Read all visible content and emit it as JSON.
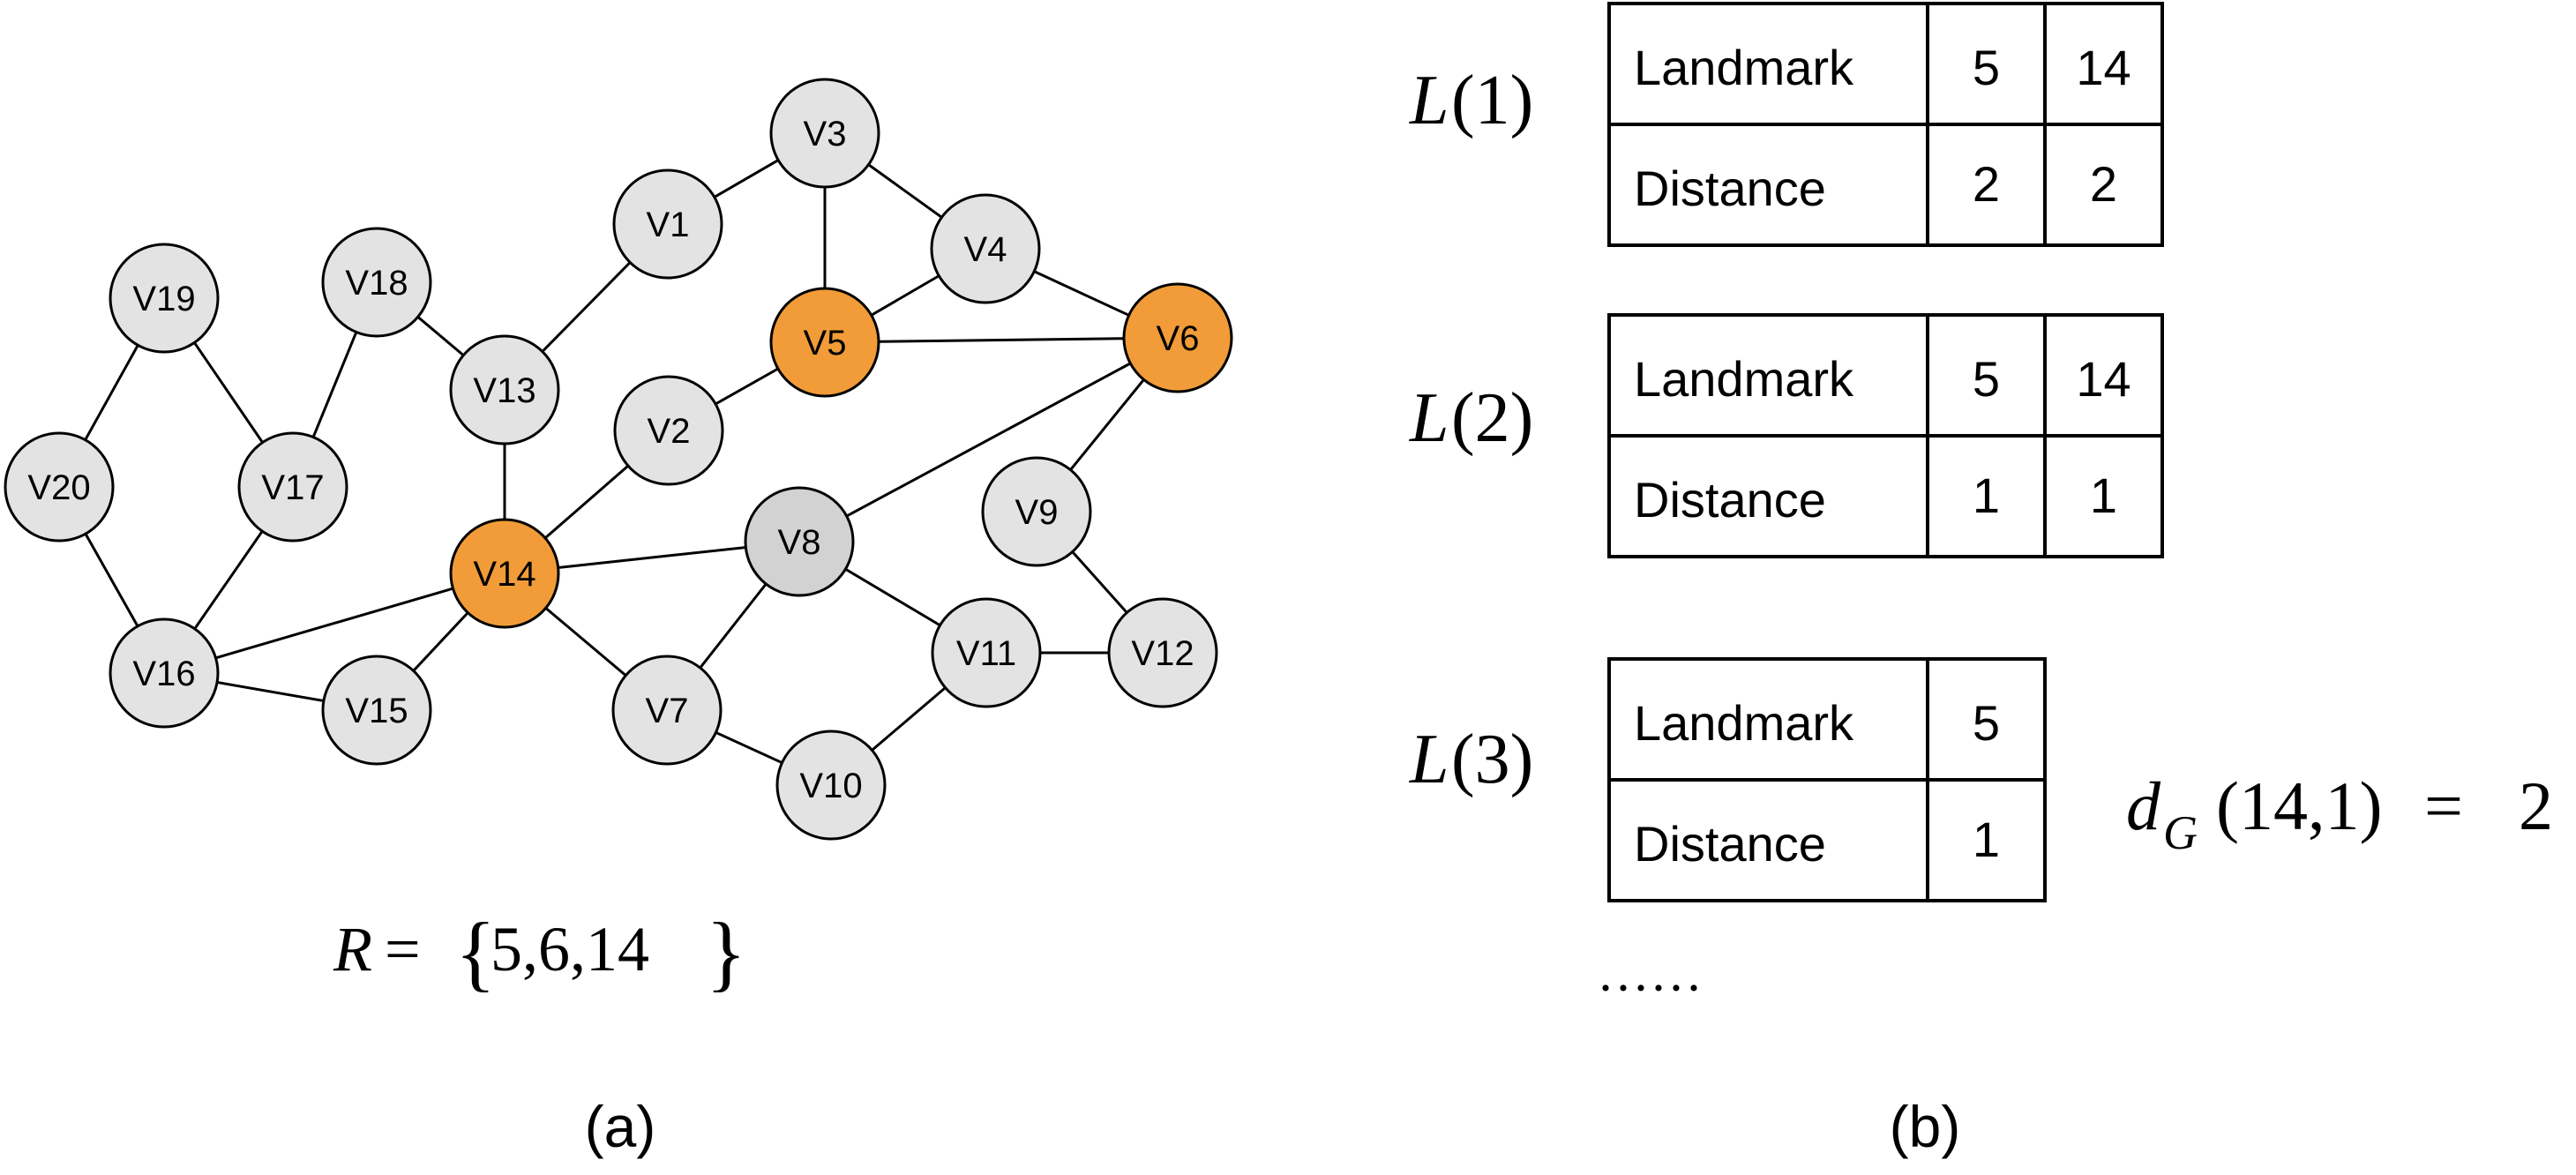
{
  "colors": {
    "node_default": "#e3e3e3",
    "node_v8": "#d2d2d2",
    "node_landmark": "#f19c38",
    "highlight_text": "#d93b2b"
  },
  "graph": {
    "nodes": [
      {
        "id": "V1",
        "label": "V1",
        "landmark": false
      },
      {
        "id": "V2",
        "label": "V2",
        "landmark": false
      },
      {
        "id": "V3",
        "label": "V3",
        "landmark": false
      },
      {
        "id": "V4",
        "label": "V4",
        "landmark": false
      },
      {
        "id": "V5",
        "label": "V5",
        "landmark": true
      },
      {
        "id": "V6",
        "label": "V6",
        "landmark": true
      },
      {
        "id": "V7",
        "label": "V7",
        "landmark": false
      },
      {
        "id": "V8",
        "label": "V8",
        "landmark": false
      },
      {
        "id": "V9",
        "label": "V9",
        "landmark": false
      },
      {
        "id": "V10",
        "label": "V10",
        "landmark": false
      },
      {
        "id": "V11",
        "label": "V11",
        "landmark": false
      },
      {
        "id": "V12",
        "label": "V12",
        "landmark": false
      },
      {
        "id": "V13",
        "label": "V13",
        "landmark": false
      },
      {
        "id": "V14",
        "label": "V14",
        "landmark": true
      },
      {
        "id": "V15",
        "label": "V15",
        "landmark": false
      },
      {
        "id": "V16",
        "label": "V16",
        "landmark": false
      },
      {
        "id": "V17",
        "label": "V17",
        "landmark": false
      },
      {
        "id": "V18",
        "label": "V18",
        "landmark": false
      },
      {
        "id": "V19",
        "label": "V19",
        "landmark": false
      },
      {
        "id": "V20",
        "label": "V20",
        "landmark": false
      }
    ],
    "edges": [
      [
        "V19",
        "V20"
      ],
      [
        "V19",
        "V17"
      ],
      [
        "V18",
        "V17"
      ],
      [
        "V18",
        "V13"
      ],
      [
        "V20",
        "V16"
      ],
      [
        "V17",
        "V16"
      ],
      [
        "V16",
        "V15"
      ],
      [
        "V16",
        "V14"
      ],
      [
        "V13",
        "V14"
      ],
      [
        "V13",
        "V1"
      ],
      [
        "V1",
        "V3"
      ],
      [
        "V3",
        "V5"
      ],
      [
        "V3",
        "V4"
      ],
      [
        "V4",
        "V5"
      ],
      [
        "V4",
        "V6"
      ],
      [
        "V5",
        "V6"
      ],
      [
        "V2",
        "V5"
      ],
      [
        "V2",
        "V14"
      ],
      [
        "V14",
        "V15"
      ],
      [
        "V14",
        "V8"
      ],
      [
        "V14",
        "V7"
      ],
      [
        "V8",
        "V6"
      ],
      [
        "V8",
        "V7"
      ],
      [
        "V8",
        "V11"
      ],
      [
        "V6",
        "V9"
      ],
      [
        "V9",
        "V12"
      ],
      [
        "V11",
        "V12"
      ],
      [
        "V11",
        "V10"
      ],
      [
        "V7",
        "V10"
      ]
    ]
  },
  "landmark_set": {
    "lhs": "R",
    "eq": "=",
    "values": "5,6,14",
    "open": "{",
    "close": "}"
  },
  "caption_a": "(a)",
  "caption_b": "(b)",
  "tables": [
    {
      "name_func": "L",
      "name_arg": "(1)",
      "row1_label": "Landmark",
      "row2_label": "Distance",
      "landmarks": [
        "5",
        "14"
      ],
      "distances": [
        "2",
        "2"
      ],
      "highlight_col": 1
    },
    {
      "name_func": "L",
      "name_arg": "(2)",
      "row1_label": "Landmark",
      "row2_label": "Distance",
      "landmarks": [
        "5",
        "14"
      ],
      "distances": [
        "1",
        "1"
      ],
      "highlight_col": -1
    },
    {
      "name_func": "L",
      "name_arg": "(3)",
      "row1_label": "Landmark",
      "row2_label": "Distance",
      "landmarks": [
        "5"
      ],
      "distances": [
        "1"
      ],
      "highlight_col": -1
    }
  ],
  "distance_formula": {
    "d": "d",
    "sub": "G",
    "args": "(14,1)",
    "eq": "=",
    "value": "2"
  },
  "ellipsis": "······"
}
